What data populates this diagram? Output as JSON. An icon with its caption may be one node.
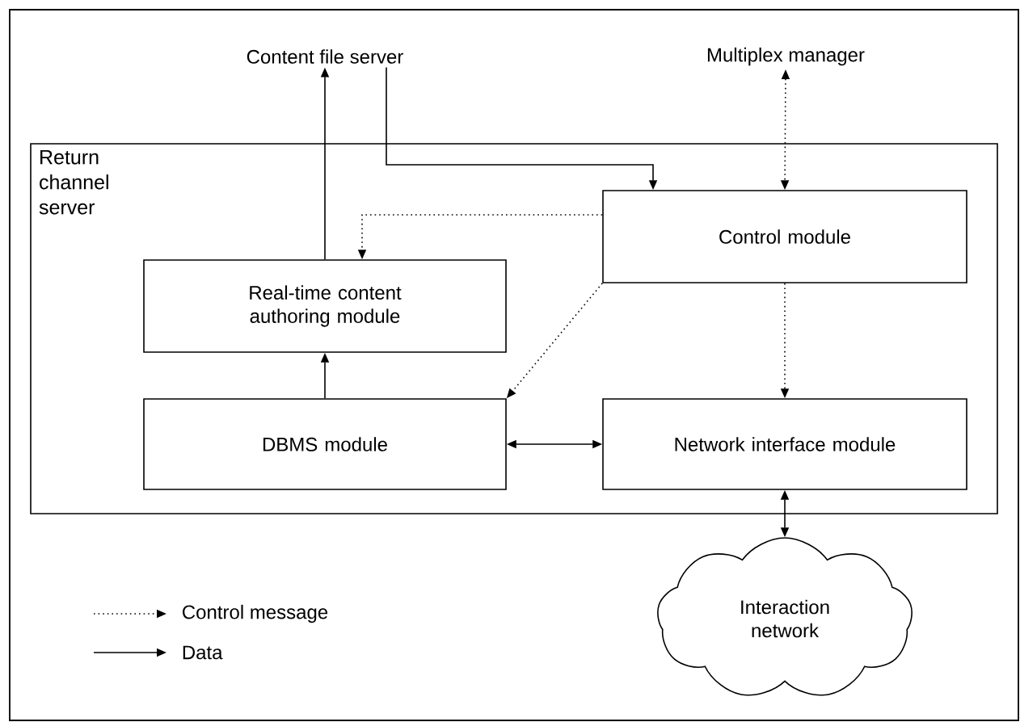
{
  "diagram": {
    "nodes": [
      {
        "text": [
          "Content file server"
        ]
      },
      {
        "text": [
          "Multiplex manager"
        ]
      },
      {
        "text": [
          "Return channel server"
        ]
      },
      {
        "text": [
          "Control module"
        ],
        "in": 2
      },
      {
        "text": [
          "Real-time content authoring module"
        ],
        "in": 2
      },
      {
        "text": [
          "DBMS module"
        ],
        "in": 2
      },
      {
        "text": [
          "Network interface module"
        ],
        "in": 2
      },
      {
        "text": [
          "Interaction network"
        ]
      }
    ],
    "edges": [
      {
        "from": 4,
        "to": 0,
        "arrow": "to"
      },
      {
        "from": 0,
        "to": 3,
        "arrow": "to"
      },
      {
        "from": 1,
        "to": 3,
        "arrow": "both",
        "style": "dashed"
      },
      {
        "from": 3,
        "to": 4,
        "arrow": "to",
        "style": "dashed"
      },
      {
        "from": 3,
        "to": 5,
        "arrow": "to",
        "style": "dashed"
      },
      {
        "from": 3,
        "to": 6,
        "arrow": "to",
        "style": "dashed"
      },
      {
        "from": 5,
        "to": 4,
        "arrow": "to"
      },
      {
        "from": 5,
        "to": 6,
        "arrow": "both"
      },
      {
        "from": 6,
        "to": 7,
        "arrow": "both"
      }
    ],
    "legend": [
      {
        "text": "Control message"
      },
      {
        "text": "Data"
      }
    ]
  }
}
